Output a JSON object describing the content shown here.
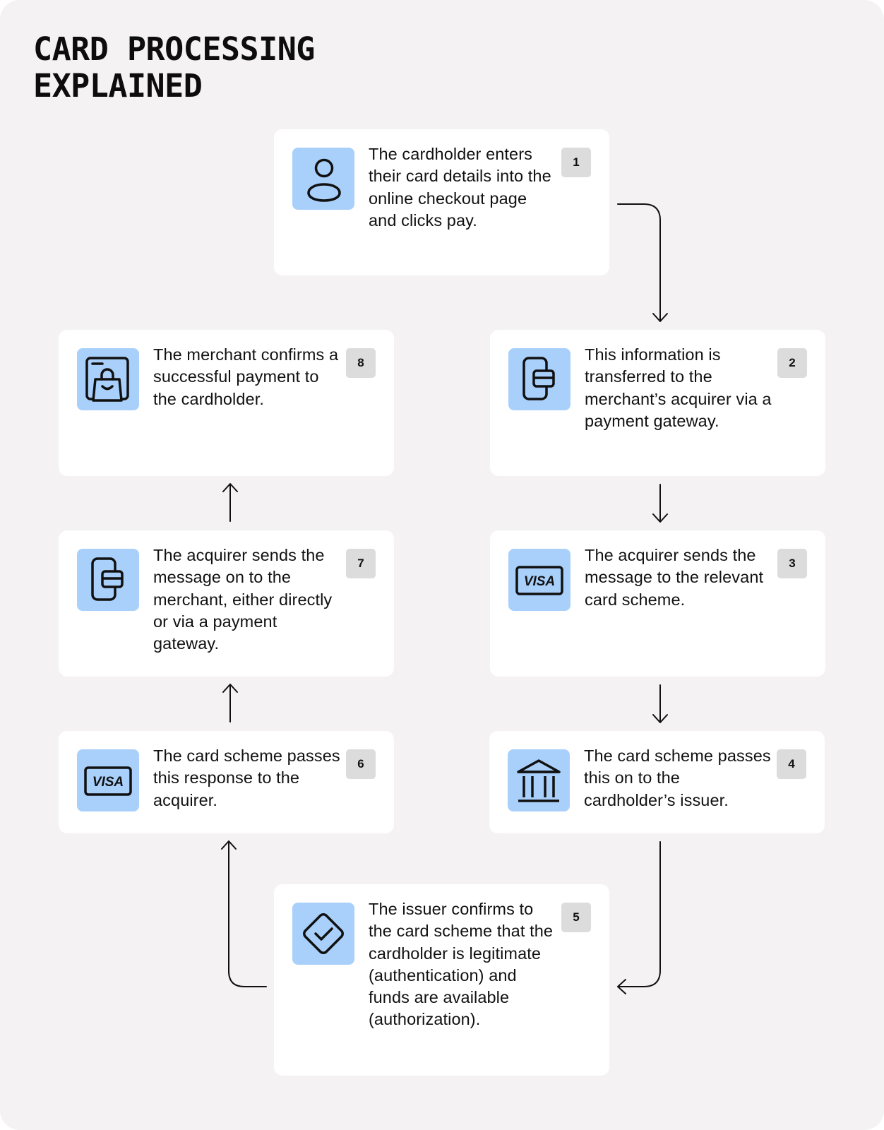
{
  "title": "CARD PROCESSING\nEXPLAINED",
  "steps": [
    {
      "number": "1",
      "icon": "person-icon",
      "text": "The cardholder enters their card details into the online checkout page and clicks pay."
    },
    {
      "number": "2",
      "icon": "payment-terminal-icon",
      "text": "This information is transferred to the merchant’s acquirer via a payment gateway."
    },
    {
      "number": "3",
      "icon": "visa-card-icon",
      "text": "The acquirer sends the message to the relevant card scheme."
    },
    {
      "number": "4",
      "icon": "bank-icon",
      "text": "The card scheme passes this on to the cardholder’s issuer."
    },
    {
      "number": "5",
      "icon": "checkmark-diamond-icon",
      "text": "The issuer confirms to the card scheme that the cardholder is legitimate (authentication) and funds are available (authorization)."
    },
    {
      "number": "6",
      "icon": "visa-card-icon",
      "text": "The card scheme passes this response to the acquirer."
    },
    {
      "number": "7",
      "icon": "payment-terminal-icon",
      "text": "The acquirer sends the message on to the merchant, either directly or via a payment gateway."
    },
    {
      "number": "8",
      "icon": "shopping-bag-window-icon",
      "text": "The merchant confirms a successful payment to the cardholder."
    }
  ],
  "visa_label": "VISA",
  "colors": {
    "background": "#f4f2f3",
    "card": "#ffffff",
    "icon_tile": "#a9d0fb",
    "badge": "#dddcdc",
    "ink": "#111111"
  }
}
